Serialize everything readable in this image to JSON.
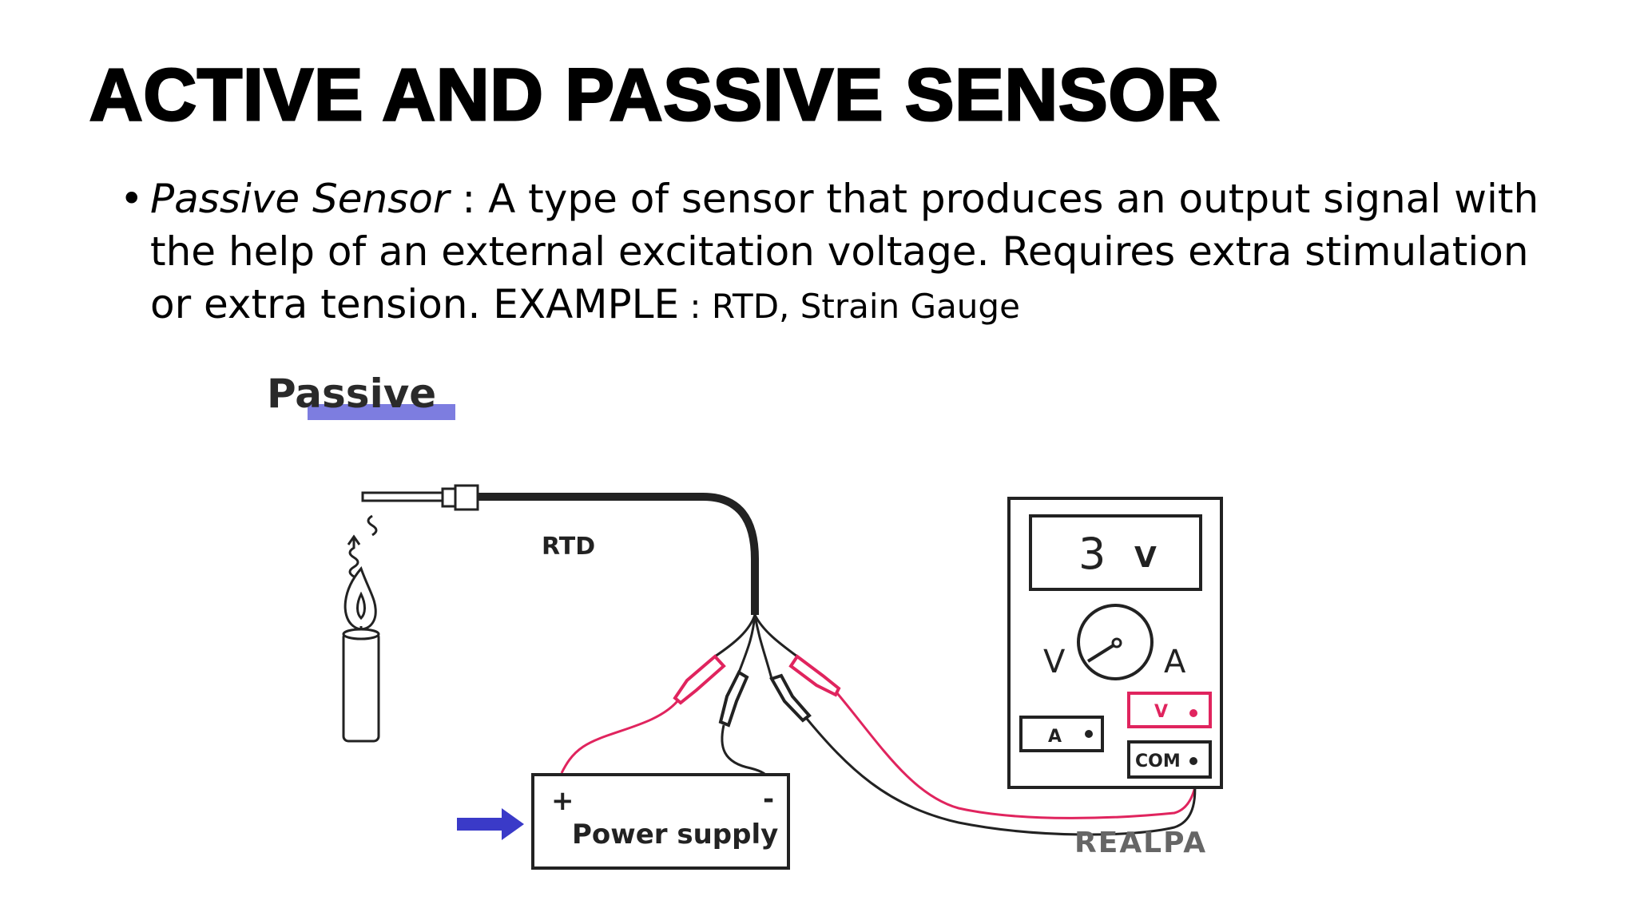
{
  "slide": {
    "title": "ACTIVE AND PASSIVE SENSOR",
    "bullet": {
      "term": "Passive Sensor",
      "separator": " : ",
      "definition": "A type of sensor that produces an output signal with the help of an external excitation voltage. Requires extra stimulation or extra tension. EXAMPLE",
      "example_separator": " : ",
      "examples": "RTD, Strain Gauge"
    }
  },
  "diagram": {
    "heading": "Passive",
    "rtd_label": "RTD",
    "meter": {
      "display_value": "3",
      "display_unit": "V",
      "dial_left_label": "V",
      "dial_right_label": "A",
      "terminal_a_label": "A",
      "terminal_v_label": "V",
      "terminal_com_label": "COM"
    },
    "power_supply": {
      "label": "Power supply",
      "plus": "+",
      "minus": "-"
    },
    "watermark": "REALPA",
    "colors": {
      "red_wire": "#e0245e",
      "black_wire": "#222222",
      "underline": "#7d7de0",
      "arrow": "#3a3ac8"
    }
  }
}
